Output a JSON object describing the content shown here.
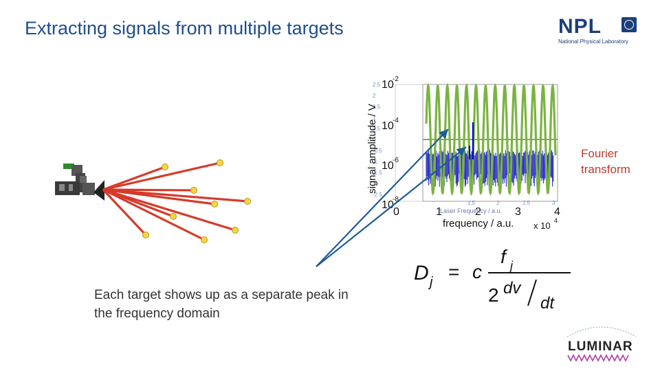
{
  "slide": {
    "title": "Extracting signals from multiple targets",
    "fourier_label": "Fourier transform",
    "caption": "Each target shows up as a separate peak in the frequency domain"
  },
  "logo": {
    "name": "NPL",
    "subtitle": "National Physical Laboratory"
  },
  "luminar_logo": "LUMINAR",
  "plot": {
    "ylabel": "signal amplitude / V",
    "xlabel": "frequency / a.u.",
    "xlabel_inner": "Laser Frequency / a.u.",
    "x_multiplier": "x 10",
    "x_multiplier_exp": "4",
    "y_ticks_big": [
      "10",
      "10",
      "10",
      "10"
    ],
    "y_ticks_big_exp": [
      "-2",
      "-4",
      "-6",
      "-8"
    ],
    "x_ticks_big": [
      "0",
      "1",
      "2",
      "3",
      "4"
    ],
    "y_ticks_small": [
      "2.5",
      "2",
      "1.5",
      "1",
      "0.5",
      "0",
      "-0.5",
      "-1",
      "-1.5",
      "-2",
      "-2.5"
    ],
    "x_ticks_small": [
      "1.5",
      "2",
      "2.5",
      "3"
    ],
    "green_color": "#7bb342",
    "blue_color": "#0000c8"
  },
  "equation": {
    "lhs": "D",
    "lhs_sub": "j",
    "eq": "=",
    "c": "c",
    "num": "f",
    "num_sub": "j",
    "den_2": "2",
    "den_dv": "dv",
    "den_dt": "dt"
  },
  "colors": {
    "title": "#1f4e8c",
    "beam": "#d63a2a",
    "target": "#f5d742",
    "arrow": "#1f5a99",
    "fourier": "#c0392b"
  }
}
